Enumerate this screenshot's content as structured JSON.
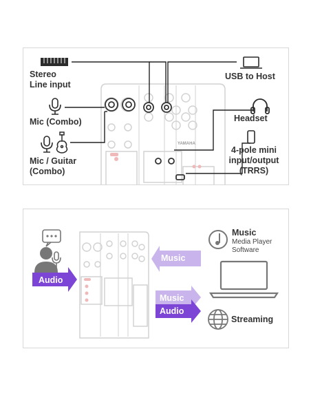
{
  "top_panel": {
    "labels": {
      "stereo_line_input": [
        "Stereo",
        "Line input"
      ],
      "mic_combo": "Mic (Combo)",
      "mic_guitar_combo": [
        "Mic / Guitar",
        "(Combo)"
      ],
      "usb_to_host": "USB to Host",
      "headset": "Headset",
      "trrs": [
        "4-pole mini",
        "input/output",
        "(TRRS)"
      ]
    },
    "device_brand": "YAMAHA"
  },
  "bottom_panel": {
    "labels": {
      "audio_in": "Audio",
      "music_in": "Music",
      "music_out": "Music",
      "audio_out": "Audio",
      "music_title": "Music",
      "music_subtitle": [
        "Media Player",
        "Software"
      ],
      "streaming": "Streaming"
    },
    "colors": {
      "light_purple": "#c9b4ec",
      "dark_purple": "#7d45d6",
      "icon_gray": "#777777"
    }
  }
}
